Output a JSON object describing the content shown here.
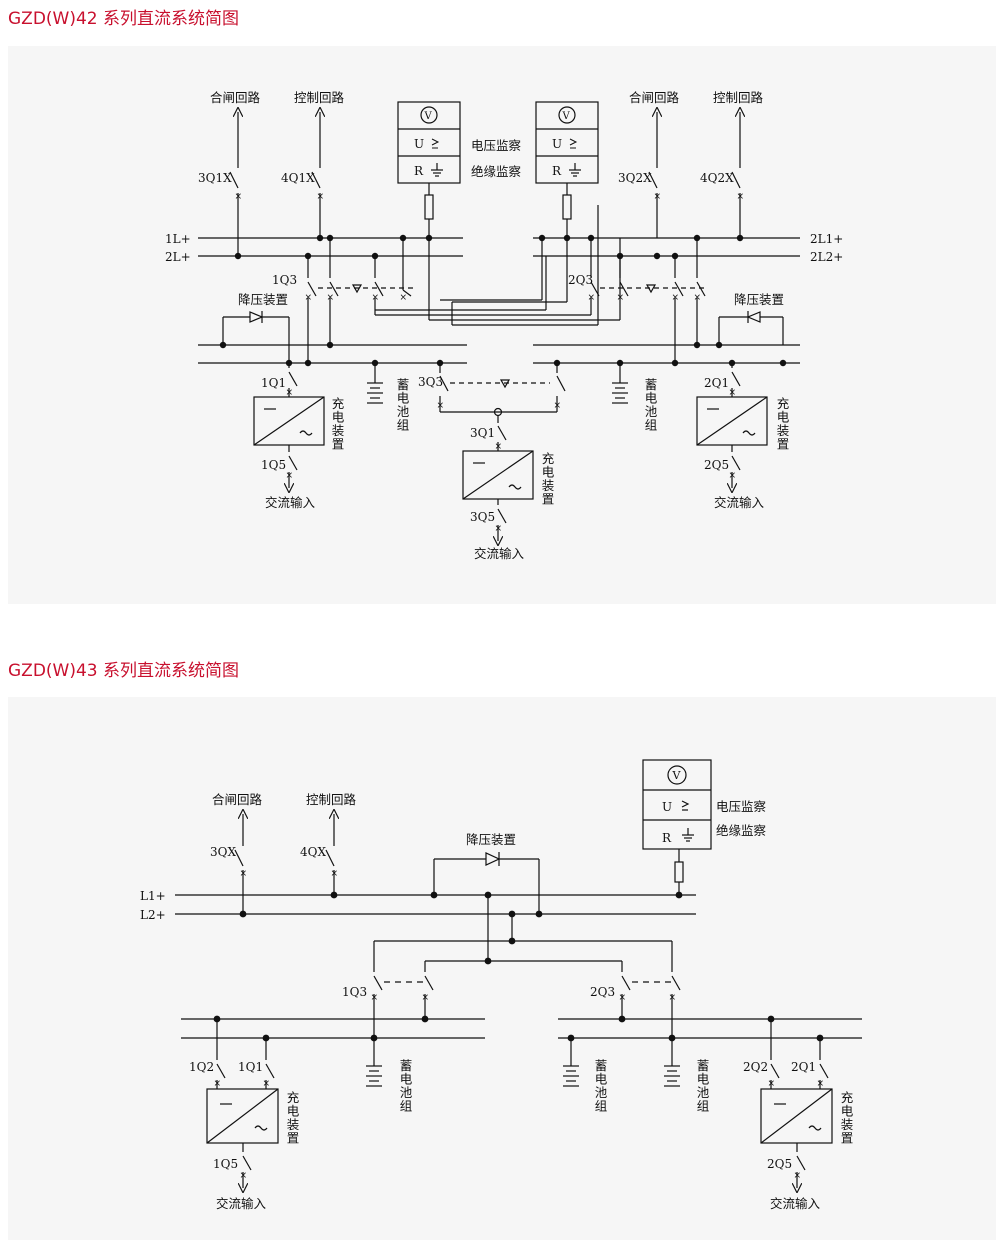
{
  "titles": {
    "d42": "GZD(W)42 系列直流系统简图",
    "d43": "GZD(W)43 系列直流系统简图"
  },
  "colors": {
    "title": "#c8102e",
    "line": "#111111",
    "panel": "#f6f6f6"
  },
  "d42": {
    "closing_left": "合闸回路",
    "control_left": "控制回路",
    "closing_right": "合闸回路",
    "control_right": "控制回路",
    "s_3q1x": "3Q1X",
    "s_4q1x": "4Q1X",
    "s_3q2x": "3Q2X",
    "s_4q2x": "4Q2X",
    "bus_1l": "1L+",
    "bus_2l": "2L+",
    "bus_2l1": "2L1+",
    "bus_2l2": "2L2+",
    "s_1q3": "1Q3",
    "s_2q3": "2Q3",
    "s_3q3": "3Q3",
    "step_down_left": "降压装置",
    "step_down_right": "降压装置",
    "voltage_monitor": "电压监察",
    "insulation_monitor": "绝缘监察",
    "meter_v": "V",
    "meter_u": "U",
    "meter_r": "R",
    "battery_left": "蓄电池组",
    "battery_right": "蓄电池组",
    "s_1q1": "1Q1",
    "s_2q1": "2Q1",
    "s_3q1": "3Q1",
    "s_1q5": "1Q5",
    "s_2q5": "2Q5",
    "s_3q5": "3Q5",
    "charger": "充电装置",
    "ac_input": "交流输入"
  },
  "d43": {
    "closing": "合闸回路",
    "control": "控制回路",
    "s_3qx": "3QX",
    "s_4qx": "4QX",
    "bus_l1": "L1+",
    "bus_l2": "L2+",
    "step_down": "降压装置",
    "voltage_monitor": "电压监察",
    "insulation_monitor": "绝缘监察",
    "meter_v": "V",
    "meter_u": "U",
    "meter_r": "R",
    "s_1q3": "1Q3",
    "s_2q3": "2Q3",
    "battery": "蓄电池组",
    "s_1q2": "1Q2",
    "s_1q1": "1Q1",
    "s_2q2": "2Q2",
    "s_2q1": "2Q1",
    "s_1q5": "1Q5",
    "s_2q5": "2Q5",
    "charger": "充电装置",
    "ac_input": "交流输入"
  }
}
